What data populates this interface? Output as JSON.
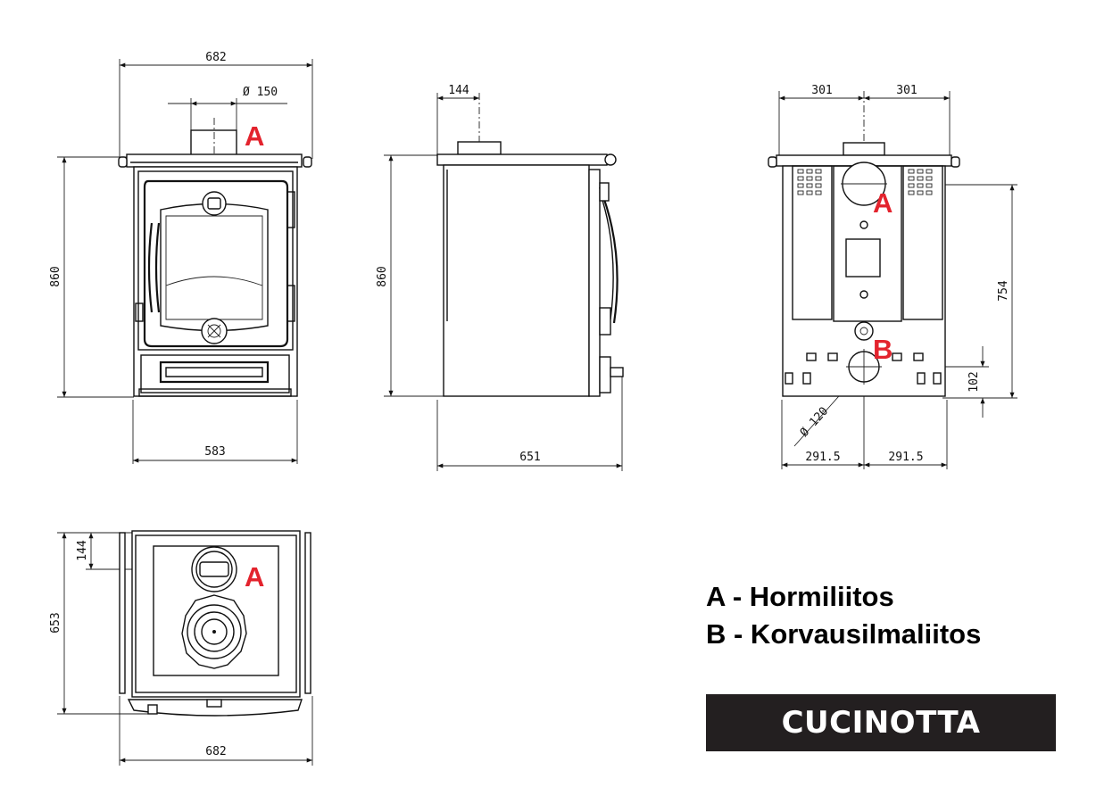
{
  "front_view": {
    "dims": {
      "width_top": "682",
      "flue_diameter": "Ø 150",
      "height": "860",
      "width_bottom": "583"
    },
    "label_flue": "A"
  },
  "side_view": {
    "dims": {
      "flue_offset": "144",
      "height": "860",
      "depth": "651"
    }
  },
  "rear_view": {
    "dims": {
      "left_half": "301",
      "right_half": "301",
      "flue_height": "754",
      "air_height": "102",
      "air_diameter": "Ø 120",
      "air_left": "291.5",
      "air_right": "291.5"
    },
    "label_flue": "A",
    "label_air": "B"
  },
  "top_view": {
    "dims": {
      "flue_offset": "144",
      "depth": "653",
      "width": "682"
    },
    "label_flue": "A"
  },
  "legend": {
    "item_a": "A - Hormiliitos",
    "item_b": "B - Korvausilmaliitos"
  },
  "model": {
    "name": "CUCINOTTA",
    "banner_color": "#231f20"
  },
  "colors": {
    "label": "#e3232d",
    "line": "#111111"
  }
}
